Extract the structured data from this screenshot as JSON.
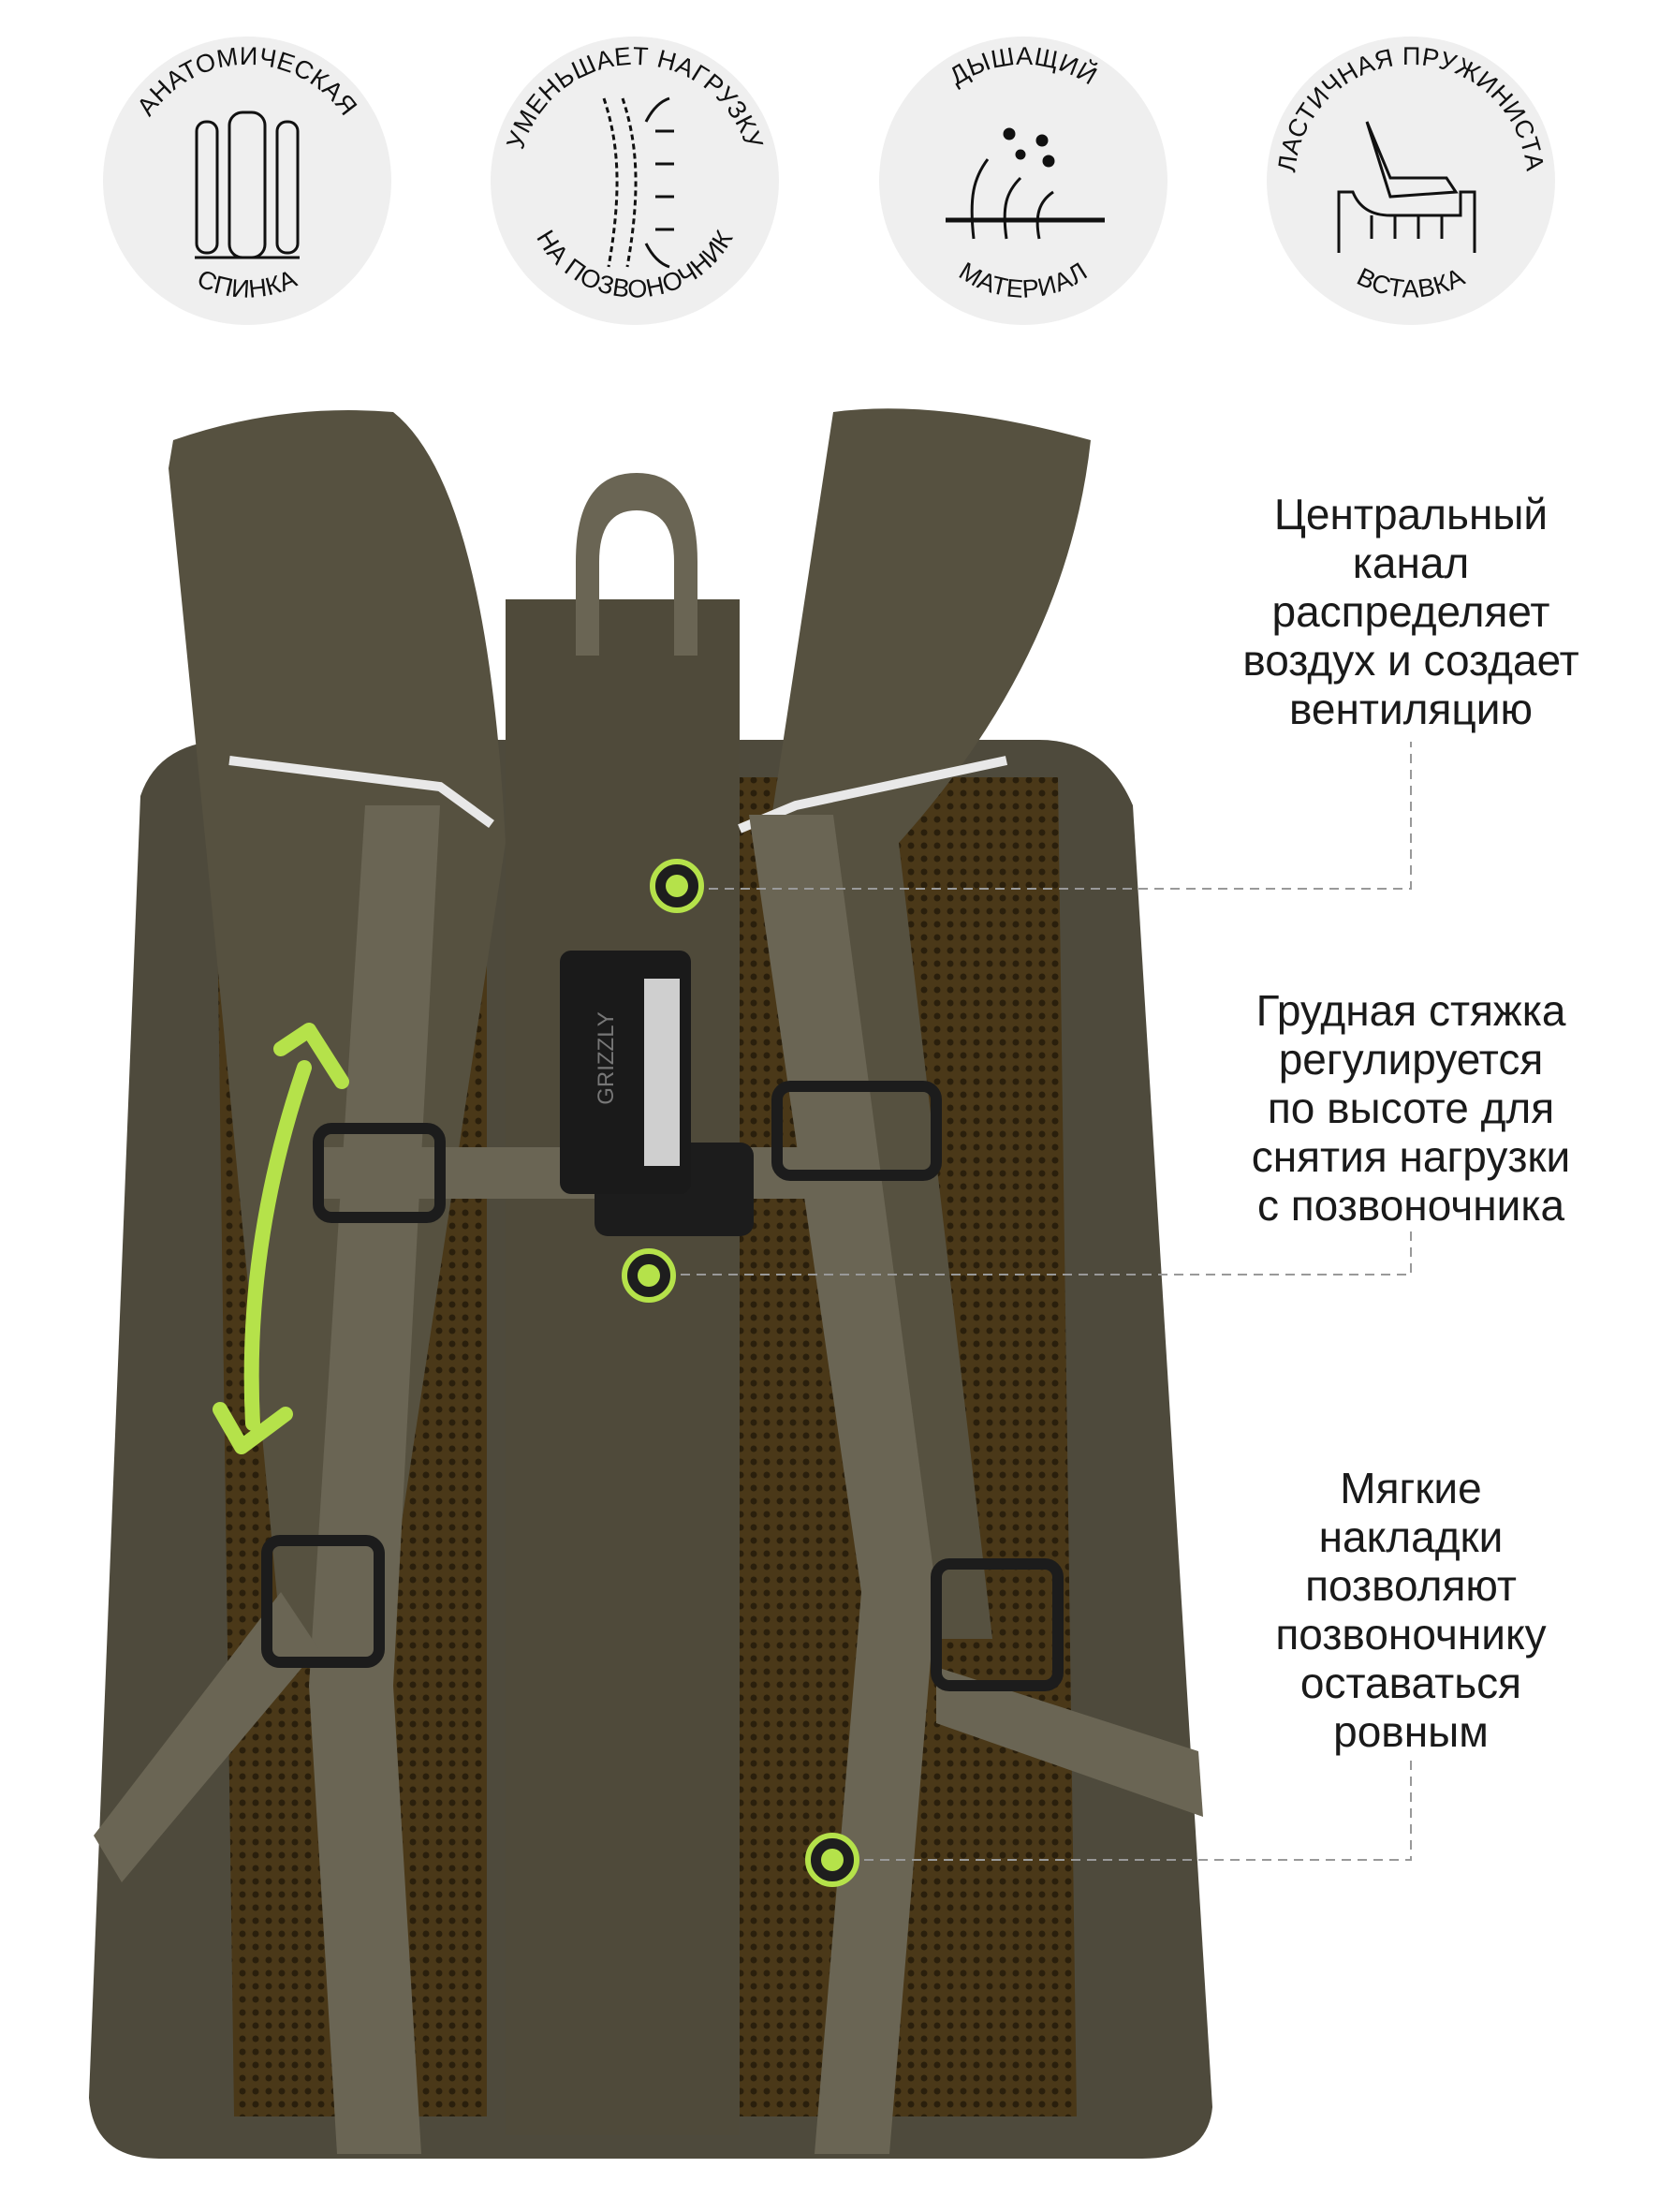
{
  "badges": [
    {
      "top": "АНАТОМИЧЕСКАЯ",
      "bottom": "СПИНКА",
      "icon": "backpack-back-icon"
    },
    {
      "top": "УМЕНЬШАЕТ НАГРУЗКУ",
      "bottom": "НА ПОЗВОНОЧНИК",
      "icon": "spine-icon"
    },
    {
      "top": "ДЫШАЩИЙ",
      "bottom": "МАТЕРИАЛ",
      "icon": "breathable-icon"
    },
    {
      "top": "ЭЛАСТИЧНАЯ ПРУЖИНИСТАЯ",
      "bottom": "ВСТАВКА",
      "icon": "elastic-insert-icon"
    }
  ],
  "callouts": [
    {
      "text": "Центральный\nканал\nраспределяет\nвоздух и создает\nвентиляцию"
    },
    {
      "text": "Грудная стяжка\nрегулируется\nпо высоте для\nснятия нагрузки\nс позвоночника"
    },
    {
      "text": "Мягкие\nнакладки\nпозволяют\nпозвоночнику\nоставаться\nровным"
    }
  ],
  "brand": "GRIZZLY",
  "colors": {
    "accent": "#b5e24a",
    "fabric": "#4e4a3c",
    "strap": "#6a6554",
    "mesh": "#5a4520",
    "badge_bg": "#efefef"
  }
}
